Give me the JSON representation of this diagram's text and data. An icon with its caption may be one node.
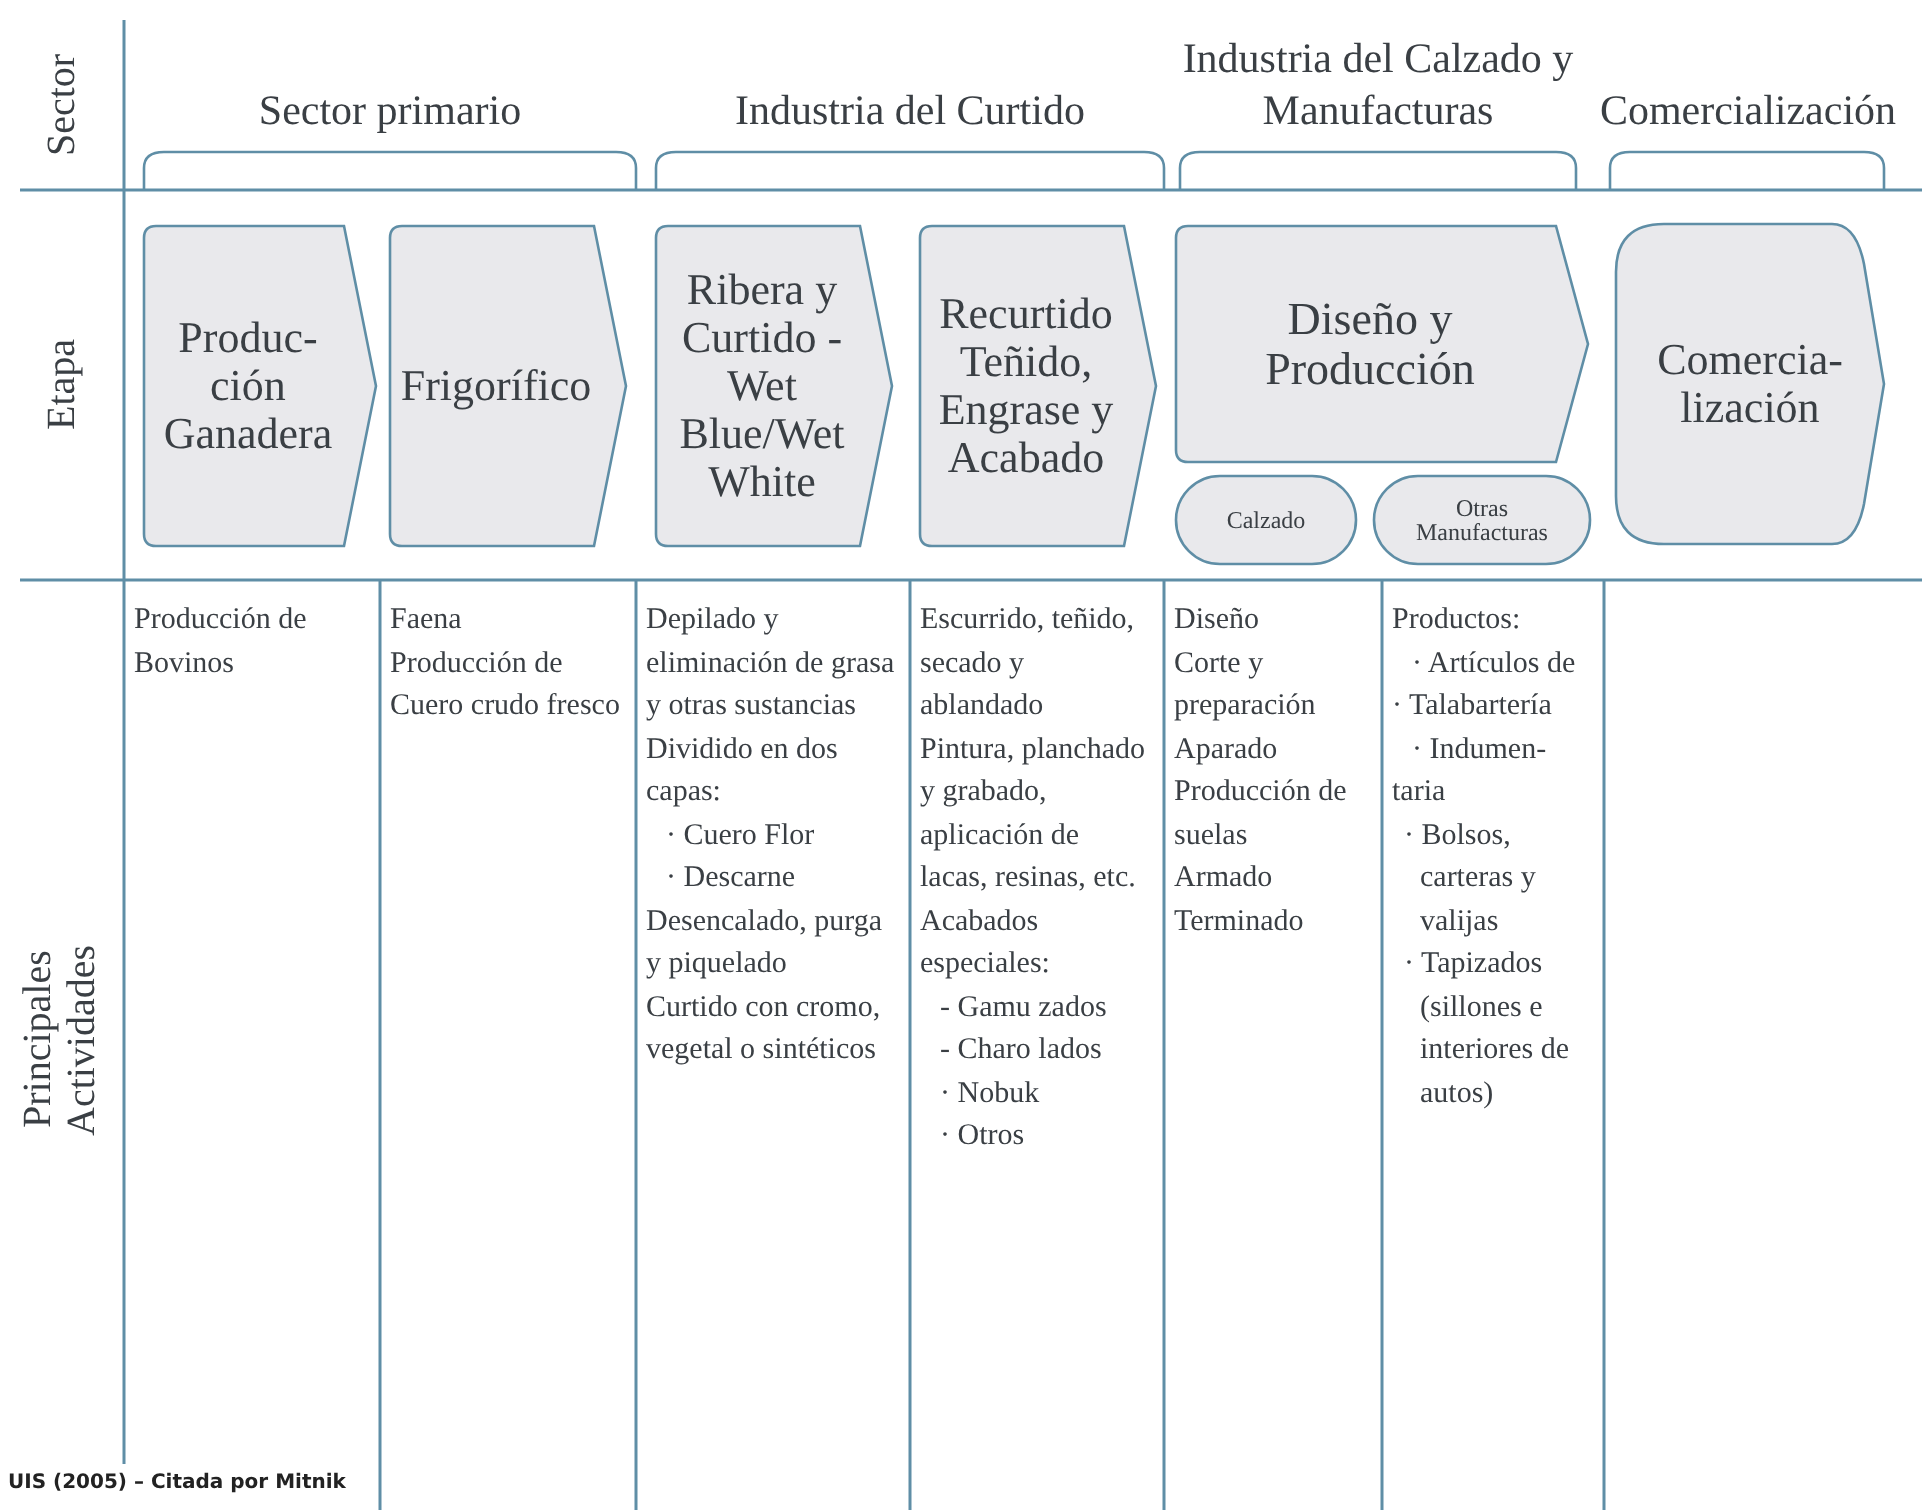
{
  "diagram": {
    "caption": "UIS (2005) – Citada por Mitnik",
    "nodes": [
      {
        "text": [
          "Produc- ción Ganadera"
        ]
      },
      {
        "text": [
          "Frigorífico"
        ]
      },
      {
        "text": [
          "Ribera y Curtido - Wet Blue/Wet White"
        ]
      },
      {
        "text": [
          "Recurtido Teñido, Engrase y Acabado"
        ]
      },
      {
        "text": [
          "Diseño y Producción"
        ]
      },
      {
        "text": [
          "Calzado"
        ]
      },
      {
        "text": [
          "Otras Manufacturas"
        ]
      },
      {
        "text": [
          "Comercia- lización"
        ]
      }
    ],
    "edges": [],
    "labels": [
      "Sector",
      "Etapa",
      "Principales Actividades",
      "Sector primario",
      "Industria del Curtido",
      "Industria del Calzado y Manufacturas",
      "Comercialización",
      "Producción de Bovinos",
      "Faena",
      "Producción de Cuero crudo fresco",
      "Depilado y eliminación de grasa y otras sustancias",
      "Dividido en dos capas:",
      "· Cuero Flor",
      "· Descarne",
      "Desencalado, purga y piquelado",
      "Curtido con cromo, vegetal o sintéticos",
      "Escurrido, teñido, secado y ablandado",
      "Pintura, planchado y grabado, aplicación de lacas, resinas, etc.",
      "Acabados especiales:",
      "- Gamu zados",
      "- Charo lados",
      "· Nobuk",
      "· Otros",
      "Diseño",
      "Corte y preparación",
      "Aparado",
      "Producción de suelas",
      "Armado",
      "Terminado",
      "Productos:",
      "· Artículos de · Talabartería",
      "· Indumen- taria",
      "· Bolsos, carteras y valijas",
      "· Tapizados (sillones e interiores de autos)"
    ]
  }
}
